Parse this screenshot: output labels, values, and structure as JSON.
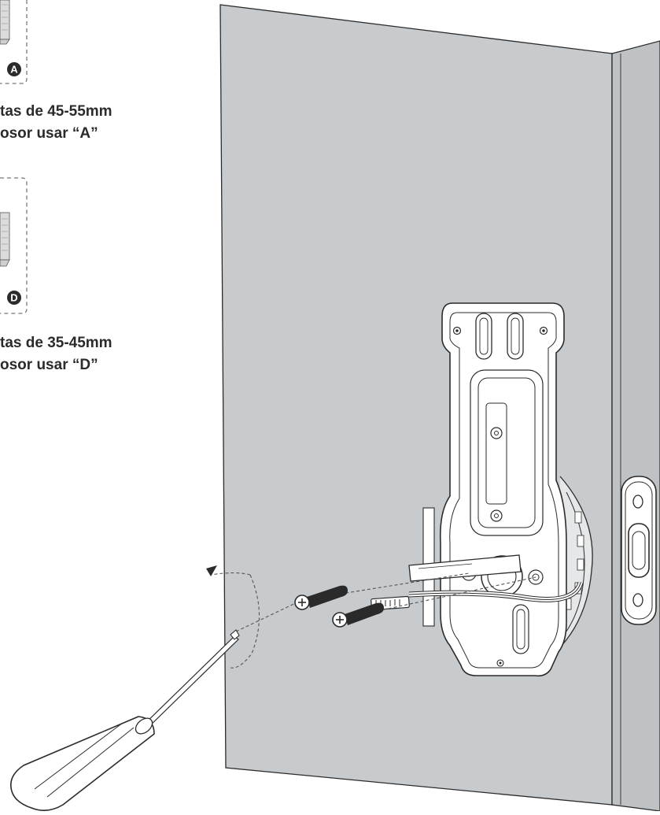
{
  "screw_options": [
    {
      "badge": "A",
      "caption_line1": "tas de 45-55mm",
      "caption_line2": "osor usar “A”"
    },
    {
      "badge": "D",
      "caption_line1": "tas de 35-45mm",
      "caption_line2": "osor usar “D”"
    }
  ],
  "colors": {
    "door": "#c8cbce",
    "door_edge": "#bfc2c5",
    "outline": "#2b2b2b",
    "plate": "#ffffff",
    "screw_body": "#2a2a2a",
    "badge": "#2b2b2b",
    "dashed": "#555555"
  },
  "icons": [
    "screwdriver-icon",
    "rotation-arrow-icon",
    "screw-icon",
    "mounting-plate",
    "strike-plate"
  ]
}
